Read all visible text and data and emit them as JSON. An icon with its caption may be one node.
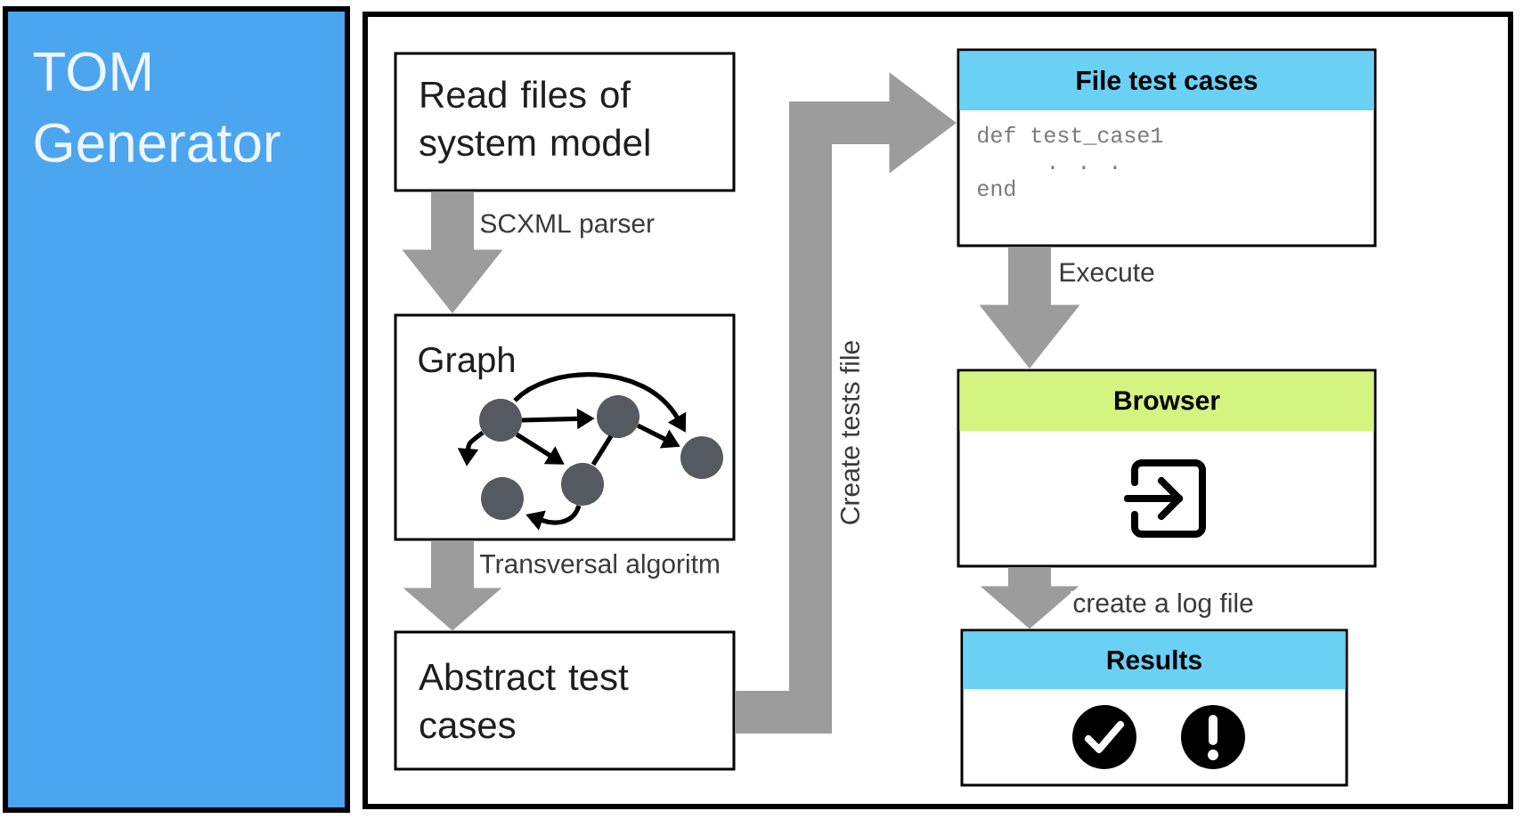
{
  "diagram": {
    "nodes": [
      {
        "text": [
          "TOM Generator"
        ]
      },
      {
        "text": [],
        "shape": "box"
      },
      {
        "text": [
          "Read files of system model"
        ],
        "in": 1
      },
      {
        "text": [
          "Graph"
        ],
        "in": 1
      },
      {
        "text": [
          "Abstract test cases"
        ],
        "in": 1
      },
      {
        "text": [
          "File test cases",
          "def test_case1",
          ". . .",
          "end"
        ],
        "in": 1
      },
      {
        "text": [
          "Browser"
        ],
        "in": 1
      },
      {
        "text": [
          "Results"
        ],
        "in": 1
      }
    ],
    "edges": [
      {
        "from": 2,
        "to": 3,
        "arrow": "to",
        "label": "SCXML parser"
      },
      {
        "from": 3,
        "to": 4,
        "arrow": "to",
        "label": "Transversal algoritm"
      },
      {
        "from": 4,
        "to": 5,
        "arrow": "to",
        "label": "Create tests file"
      },
      {
        "from": 5,
        "to": 6,
        "arrow": "to",
        "label": "Execute"
      },
      {
        "from": 6,
        "to": 7,
        "arrow": "to",
        "label": "create a log file"
      }
    ]
  }
}
